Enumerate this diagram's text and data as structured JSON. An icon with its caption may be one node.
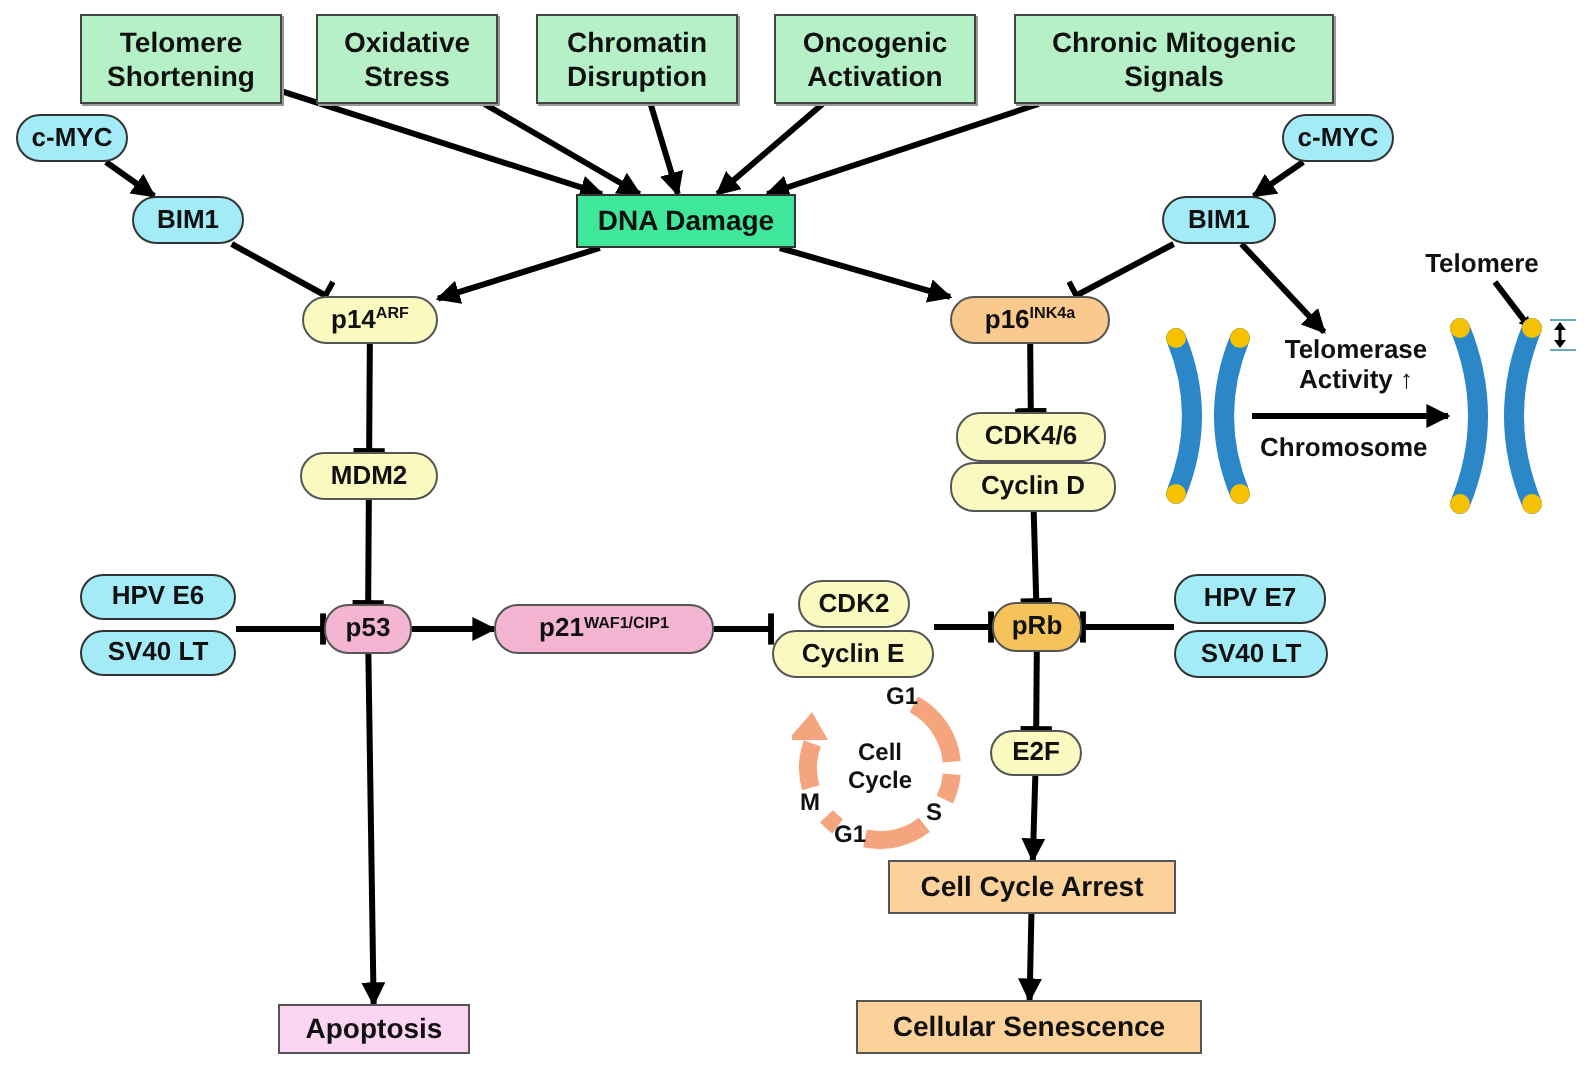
{
  "diagram": {
    "nodes": [
      {
        "text": [
          "Telomere Shortening"
        ]
      },
      {
        "text": [
          "Oxidative Stress"
        ]
      },
      {
        "text": [
          "Chromatin Disruption"
        ]
      },
      {
        "text": [
          "Oncogenic Activation"
        ]
      },
      {
        "text": [
          "Chronic Mitogenic Signals"
        ]
      },
      {
        "text": [
          "c-MYC"
        ]
      },
      {
        "text": [
          "BIM1"
        ]
      },
      {
        "text": [
          "DNA Damage"
        ]
      },
      {
        "text": [
          "c-MYC"
        ]
      },
      {
        "text": [
          "BIM1"
        ]
      },
      {
        "text": [
          "p14$^{ARF}$"
        ]
      },
      {
        "text": [
          "p16$^{INK4a}$"
        ]
      },
      {
        "text": [
          "MDM2"
        ]
      },
      {
        "text": [
          "CDK4/6"
        ]
      },
      {
        "text": [
          "Cyclin D"
        ]
      },
      {
        "text": [
          "HPV E6"
        ]
      },
      {
        "text": [
          "SV40 LT"
        ]
      },
      {
        "text": [
          "p53"
        ]
      },
      {
        "text": [
          "p21$^{WAF1/CIP1}$"
        ]
      },
      {
        "text": [
          "CDK2"
        ]
      },
      {
        "text": [
          "Cyclin E"
        ]
      },
      {
        "text": [
          "pRb"
        ]
      },
      {
        "text": [
          "HPV E7"
        ]
      },
      {
        "text": [
          "SV40 LT"
        ]
      },
      {
        "text": [
          "E2F"
        ]
      },
      {
        "text": [
          "Cell Cycle Arrest"
        ]
      },
      {
        "text": [
          "Cellular Senescence"
        ]
      },
      {
        "text": [
          "Apoptosis"
        ]
      },
      {
        "text": [
          "G1",
          "Cell Cycle",
          "M",
          "S",
          "G1"
        ]
      },
      {
        "text": [],
        "shape": "picture"
      },
      {
        "text": [],
        "shape": "picture"
      },
      {
        "text": [
          "Telomerase Activity ↑"
        ]
      },
      {
        "text": [
          "Telomere"
        ]
      }
    ],
    "edges": [
      {
        "from": 0,
        "to": 7,
        "arrow": "to"
      },
      {
        "from": 1,
        "to": 7,
        "arrow": "to"
      },
      {
        "from": 2,
        "to": 7,
        "arrow": "to"
      },
      {
        "from": 3,
        "to": 7,
        "arrow": "to"
      },
      {
        "from": 4,
        "to": 7,
        "arrow": "to"
      },
      {
        "from": 5,
        "to": 6,
        "arrow": "to"
      },
      {
        "from": 8,
        "to": 9,
        "arrow": "to"
      },
      {
        "from": 6,
        "to": 10,
        "arrow": "other"
      },
      {
        "from": 7,
        "to": 10,
        "arrow": "to"
      },
      {
        "from": 7,
        "to": 11,
        "arrow": "to"
      },
      {
        "from": 9,
        "to": 11,
        "arrow": "other"
      },
      {
        "from": 9,
        "to": 31,
        "arrow": "to"
      },
      {
        "from": 10,
        "to": 12,
        "arrow": "other"
      },
      {
        "from": 12,
        "to": 17,
        "arrow": "other"
      },
      {
        "from": 11,
        "to": 13,
        "arrow": "other"
      },
      {
        "from": 14,
        "to": 21,
        "arrow": "other"
      },
      {
        "from": 15,
        "to": 17,
        "arrow": "other"
      },
      {
        "from": 16,
        "to": 17,
        "arrow": "other"
      },
      {
        "from": 17,
        "to": 18,
        "arrow": "to"
      },
      {
        "from": 18,
        "to": 19,
        "arrow": "other"
      },
      {
        "from": 18,
        "to": 20,
        "arrow": "other"
      },
      {
        "from": 19,
        "to": 21,
        "arrow": "other"
      },
      {
        "from": 20,
        "to": 21,
        "arrow": "other"
      },
      {
        "from": 22,
        "to": 21,
        "arrow": "other"
      },
      {
        "from": 23,
        "to": 21,
        "arrow": "other"
      },
      {
        "from": 21,
        "to": 24,
        "arrow": "other"
      },
      {
        "from": 24,
        "to": 25,
        "arrow": "to"
      },
      {
        "from": 25,
        "to": 26,
        "arrow": "to"
      },
      {
        "from": 17,
        "to": 27,
        "arrow": "to"
      },
      {
        "from": 29,
        "to": 30,
        "arrow": "to"
      },
      {
        "from": 32,
        "to": null,
        "arrow": "to"
      }
    ],
    "labels": [
      "Chromosome"
    ]
  }
}
